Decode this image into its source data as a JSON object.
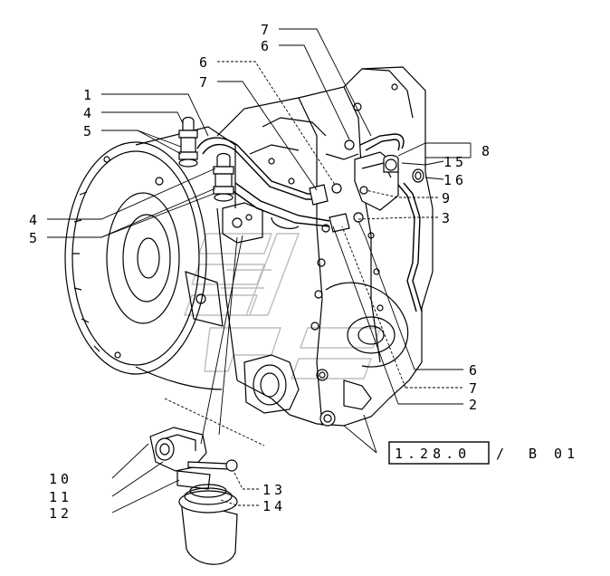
{
  "callouts": {
    "c1": "1",
    "c2": "2",
    "c3": "3",
    "c4_top": "4",
    "c4_mid": "4",
    "c5_top": "5",
    "c5_mid": "5",
    "c6_top_left": "6",
    "c6_top_right": "6",
    "c6_bottom": "6",
    "c7_top_left": "7",
    "c7_top_right": "7",
    "c7_bottom": "7",
    "c8": "8",
    "c9": "9",
    "c10": "10",
    "c11": "11",
    "c12": "12",
    "c13": "13",
    "c14": "14",
    "c15": "15",
    "c16": "16"
  },
  "reference": {
    "section": "1.28.0",
    "separator": "/",
    "page": "B 01"
  }
}
